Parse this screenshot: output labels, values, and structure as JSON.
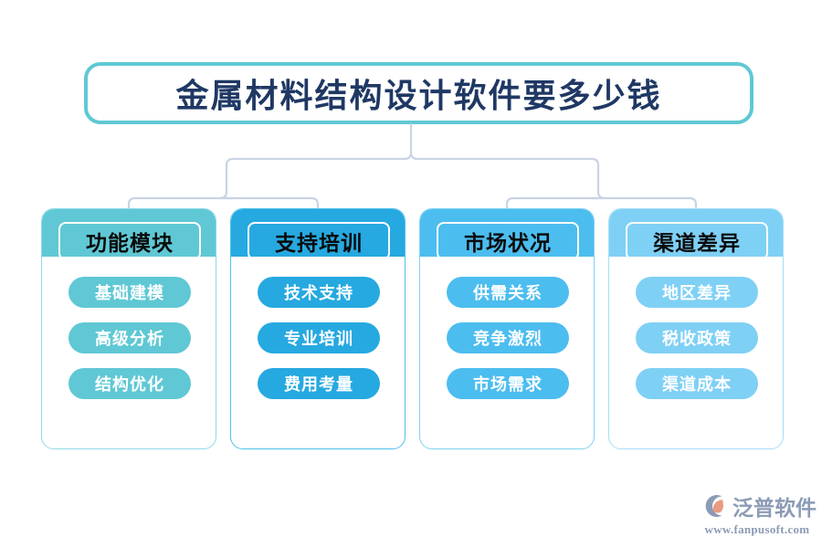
{
  "title": {
    "text": "金属材料结构设计软件要多少钱",
    "border_color": "#5FC8D4",
    "text_color": "#1F3864"
  },
  "connector": {
    "color": "#C9D4E4"
  },
  "columns": [
    {
      "header": "功能模块",
      "color": "#5FC8D4",
      "border_color": "#8ED8EA",
      "items": [
        "基础建模",
        "高级分析",
        "结构优化"
      ]
    },
    {
      "header": "支持培训",
      "color": "#26A9E0",
      "border_color": "#4FC0EA",
      "items": [
        "技术支持",
        "专业培训",
        "费用考量"
      ]
    },
    {
      "header": "市场状况",
      "color": "#4CBDEF",
      "border_color": "#7FD2F2",
      "items": [
        "供需关系",
        "竞争激烈",
        "市场需求"
      ]
    },
    {
      "header": "渠道差异",
      "color": "#7FD0F5",
      "border_color": "#A5DEF8",
      "items": [
        "地区差异",
        "税收政策",
        "渠道成本"
      ]
    }
  ],
  "logo": {
    "name": "泛普软件",
    "url": "www.fanpusoft.com",
    "text_color": "#8C9BB5",
    "mark_arc_color": "#8C9BB5",
    "mark_accent_color": "#E89B7E"
  }
}
